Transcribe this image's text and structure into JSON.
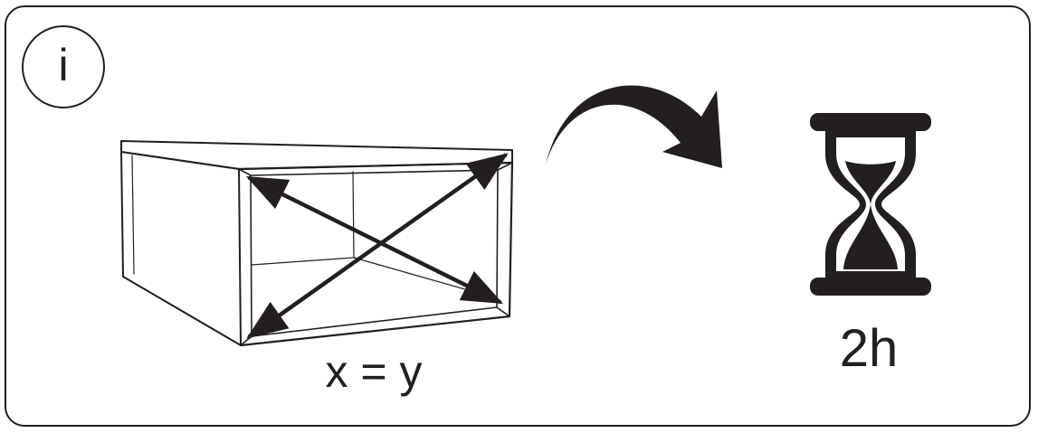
{
  "badge": {
    "letter": "i",
    "icon": "info-icon"
  },
  "diagonal_check": {
    "caption": "x = y",
    "icon": "cabinet-diagonals-icon"
  },
  "transition": {
    "icon": "curved-arrow-right-icon"
  },
  "drying_time": {
    "caption": "2h",
    "icon": "hourglass-icon"
  },
  "colors": {
    "ink": "#231f20",
    "background": "#ffffff"
  }
}
